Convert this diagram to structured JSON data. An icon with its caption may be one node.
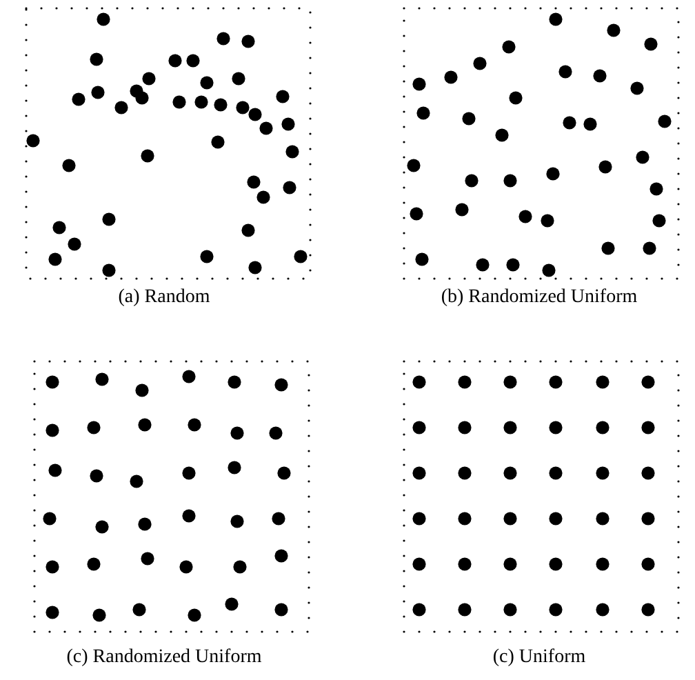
{
  "diagram": {
    "labels": [
      "(a) Random",
      "(b) Randomized Uniform",
      "(c) Randomized Uniform",
      "(c) Uniform"
    ]
  }
}
